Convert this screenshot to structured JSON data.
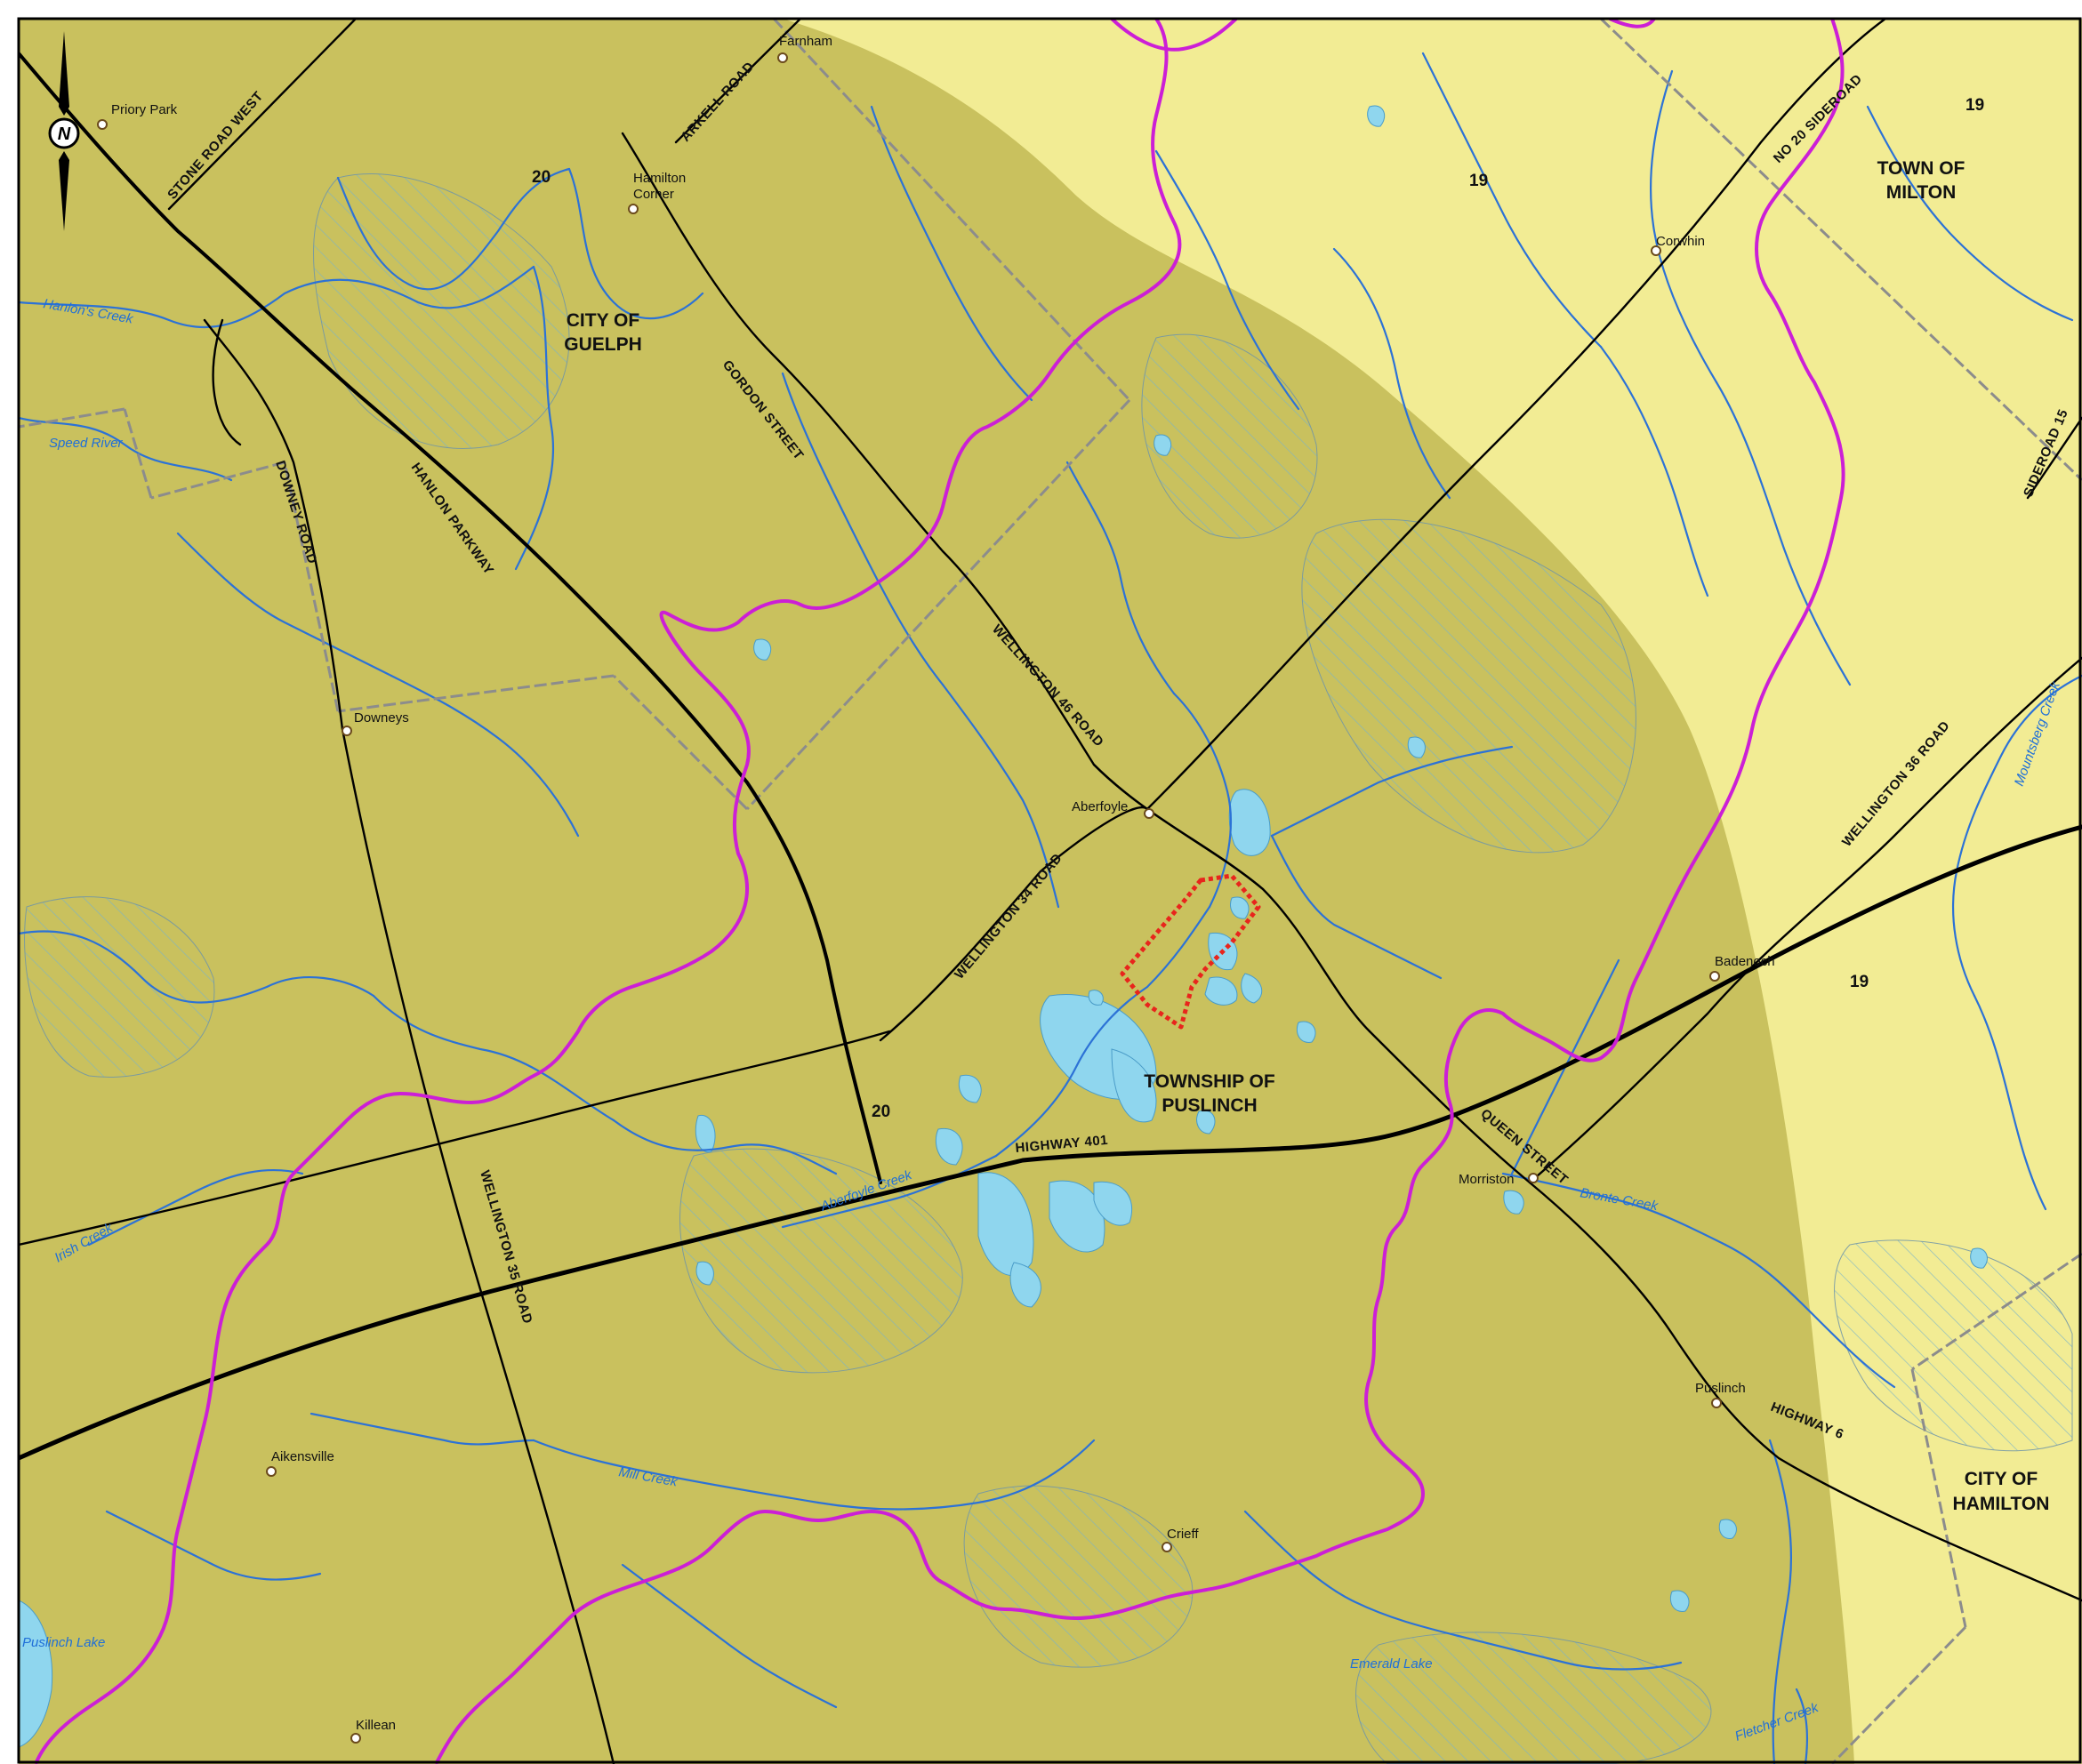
{
  "colors": {
    "outer_zone": "#f2ec94",
    "inner_zone": "#c9c15e",
    "water": "#8fd6ee",
    "stream": "#2c72d6",
    "watershed_boundary": "#cc1fd6",
    "municipal_boundary": "#8c8c8c",
    "road": "#000000",
    "site": "#e8251c"
  },
  "north_arrow": {
    "label": "N"
  },
  "municipalities": {
    "guelph": {
      "line1": "CITY OF",
      "line2": "GUELPH"
    },
    "milton": {
      "line1": "TOWN OF",
      "line2": "MILTON"
    },
    "puslinch": {
      "line1": "TOWNSHIP OF",
      "line2": "PUSLINCH"
    },
    "hamilton": {
      "line1": "CITY OF",
      "line2": "HAMILTON"
    }
  },
  "places": {
    "priory_park": "Priory Park",
    "farnham": "Farnham",
    "hamilton_corner_1": "Hamilton",
    "hamilton_corner_2": "Corner",
    "corwhin": "Corwhin",
    "downeys": "Downeys",
    "aberfoyle": "Aberfoyle",
    "badenoch": "Badenoch",
    "morriston": "Morriston",
    "puslinch": "Puslinch",
    "aikensville": "Aikensville",
    "crieff": "Crieff",
    "killean": "Killean"
  },
  "roads": {
    "stone_road_west": "STONE ROAD WEST",
    "arkell_road": "ARKELL ROAD",
    "gordon_street": "GORDON STREET",
    "hanlon_parkway": "HANLON PARKWAY",
    "downey_road": "DOWNEY ROAD",
    "wellington_46": "WELLINGTON 46 ROAD",
    "wellington_34": "WELLINGTON 34 ROAD",
    "wellington_35": "WELLINGTON 35 ROAD",
    "wellington_36": "WELLINGTON 36 ROAD",
    "highway_401": "HIGHWAY 401",
    "queen_street": "QUEEN STREET",
    "highway_6": "HIGHWAY 6",
    "no_20_sideroad": "NO 20 SIDEROAD",
    "sideroad_15": "SIDEROAD 15"
  },
  "waterways": {
    "hanlons_creek": "Hanlon's Creek",
    "speed_river": "Speed River",
    "irish_creek": "Irish Creek",
    "aberfoyle_creek": "Aberfoyle Creek",
    "mill_creek": "Mill Creek",
    "bronte_creek": "Bronte Creek",
    "mountsberg_creek": "Mountsberg Creek",
    "puslinch_lake": "Puslinch Lake",
    "emerald_lake": "Emerald Lake",
    "fletcher_creek": "Fletcher Creek"
  },
  "numbers": {
    "n20_top": "20",
    "n19_top": "19",
    "n19_right": "19",
    "n19_mid_right": "19",
    "n20_mid": "20"
  }
}
